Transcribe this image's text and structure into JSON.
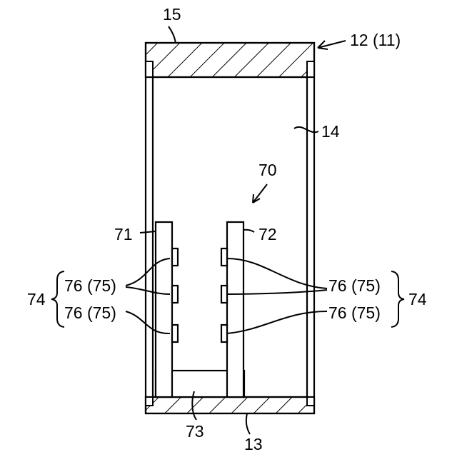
{
  "labels": {
    "top_wall": "15",
    "casing": "12 (11)",
    "interior": "14",
    "assembly": "70",
    "left_plate": "71",
    "right_plate": "72",
    "left_group": "74",
    "right_group": "74",
    "left_pad_a": "76 (75)",
    "left_pad_b": "76 (75)",
    "right_pad_a": "76 (75)",
    "right_pad_b": "76 (75)",
    "base_block": "73",
    "bottom_wall": "13"
  }
}
